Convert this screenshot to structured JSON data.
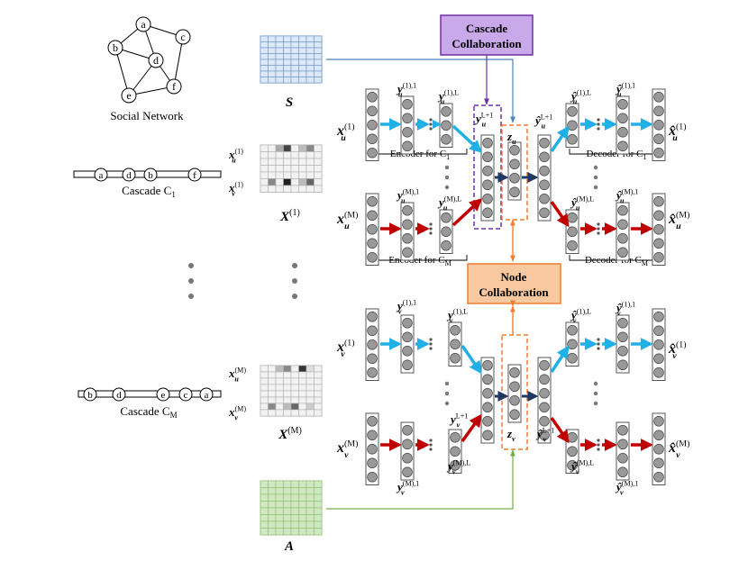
{
  "social_network": {
    "label": "Social Network",
    "nodes": [
      "a",
      "b",
      "c",
      "d",
      "e",
      "f"
    ]
  },
  "cascades": {
    "c1": {
      "label": "Cascade C",
      "sub": "1",
      "sequence": [
        "a",
        "d",
        "b",
        "f"
      ]
    },
    "cm": {
      "label": "Cascade C",
      "sub": "M",
      "sequence": [
        "b",
        "d",
        "e",
        "c",
        "a"
      ]
    }
  },
  "matrices": {
    "s": "S",
    "a": "A",
    "x1": {
      "base": "X",
      "sup": "(1)"
    },
    "xm": {
      "base": "X",
      "sup": "(M)"
    },
    "row_u": {
      "base": "x",
      "sub": "u",
      "sup": "(1)"
    },
    "row_v": {
      "base": "x",
      "sub": "v",
      "sup": "(1)"
    },
    "row_um": {
      "base": "x",
      "sub": "u",
      "sup": "(M)"
    },
    "row_vm": {
      "base": "x",
      "sub": "v",
      "sup": "(M)"
    }
  },
  "boxes": {
    "cascade_collab": [
      "Cascade",
      "Collaboration"
    ],
    "node_collab": [
      "Node",
      "Collaboration"
    ]
  },
  "encoders": {
    "u1": {
      "text": "Encoder for C",
      "sub": "1"
    },
    "um": {
      "text": "Encoder for C",
      "sub": "M"
    }
  },
  "decoders": {
    "u1": {
      "text": "Decoder for C",
      "sub": "1"
    },
    "um": {
      "text": "Decoder for C",
      "sub": "M"
    }
  },
  "vectors": {
    "xu1": {
      "base": "x",
      "sub": "u",
      "sup": "(1)"
    },
    "xum": {
      "base": "x",
      "sub": "u",
      "sup": "(M)"
    },
    "xv1": {
      "base": "x",
      "sub": "v",
      "sup": "(1)"
    },
    "xvm": {
      "base": "x",
      "sub": "v",
      "sup": "(M)"
    },
    "yu11": {
      "base": "y",
      "sub": "u",
      "sup": "(1),1"
    },
    "yu1L": {
      "base": "y",
      "sub": "u",
      "sup": "(1),L"
    },
    "yuM1": {
      "base": "y",
      "sub": "u",
      "sup": "(M),1"
    },
    "yuML": {
      "base": "y",
      "sub": "u",
      "sup": "(M),L"
    },
    "yuL1": {
      "base": "y",
      "sub": "u",
      "sup": "L+1"
    },
    "zu": {
      "base": "z",
      "sub": "u",
      "sup": ""
    },
    "zv": {
      "base": "z",
      "sub": "v",
      "sup": ""
    },
    "yv11": {
      "base": "y",
      "sub": "v",
      "sup": "(1),1"
    },
    "yv1L": {
      "base": "y",
      "sub": "v",
      "sup": "(1),L"
    },
    "yvM1": {
      "base": "y",
      "sub": "v",
      "sup": "(M),1"
    },
    "yvML": {
      "base": "y",
      "sub": "v",
      "sup": "(M),L"
    },
    "yvL1": {
      "base": "y",
      "sub": "v",
      "sup": "L+1"
    },
    "hyuL1": {
      "base": "ŷ",
      "sub": "u",
      "sup": "L+1"
    },
    "hyu1L": {
      "base": "ŷ",
      "sub": "u",
      "sup": "(1),L"
    },
    "hyu11": {
      "base": "ŷ",
      "sub": "u",
      "sup": "(1),1"
    },
    "hyuML": {
      "base": "ŷ",
      "sub": "u",
      "sup": "(M),L"
    },
    "hyuM1": {
      "base": "ŷ",
      "sub": "u",
      "sup": "(M),1"
    },
    "hxu1": {
      "base": "x̂",
      "sub": "u",
      "sup": "(1)"
    },
    "hxum": {
      "base": "x̂",
      "sub": "u",
      "sup": "(M)"
    },
    "hyvL1": {
      "base": "ŷ",
      "sub": "v",
      "sup": "L+1"
    },
    "hyv1L": {
      "base": "ŷ",
      "sub": "v",
      "sup": "(1),L"
    },
    "hyv11": {
      "base": "ŷ",
      "sub": "v",
      "sup": "(1),1"
    },
    "hyvML": {
      "base": "ŷ",
      "sub": "v",
      "sup": "(M),L"
    },
    "hyvM1": {
      "base": "ŷ",
      "sub": "v",
      "sup": "(M),1"
    },
    "hxv1": {
      "base": "x̂",
      "sub": "v",
      "sup": "(1)"
    },
    "hxvm": {
      "base": "x̂",
      "sub": "v",
      "sup": "(M)"
    }
  },
  "colors": {
    "cascade_fill": "#c9a9e9",
    "cascade_border": "#7030a0",
    "node_fill": "#f8c9a0",
    "node_border": "#ed7d31",
    "arrow_blue": "#1fb0e8",
    "arrow_red": "#c00000",
    "arrow_dark": "#1f3864",
    "s_grid": "#dbe8f7",
    "a_grid": "#cfe8c2"
  }
}
